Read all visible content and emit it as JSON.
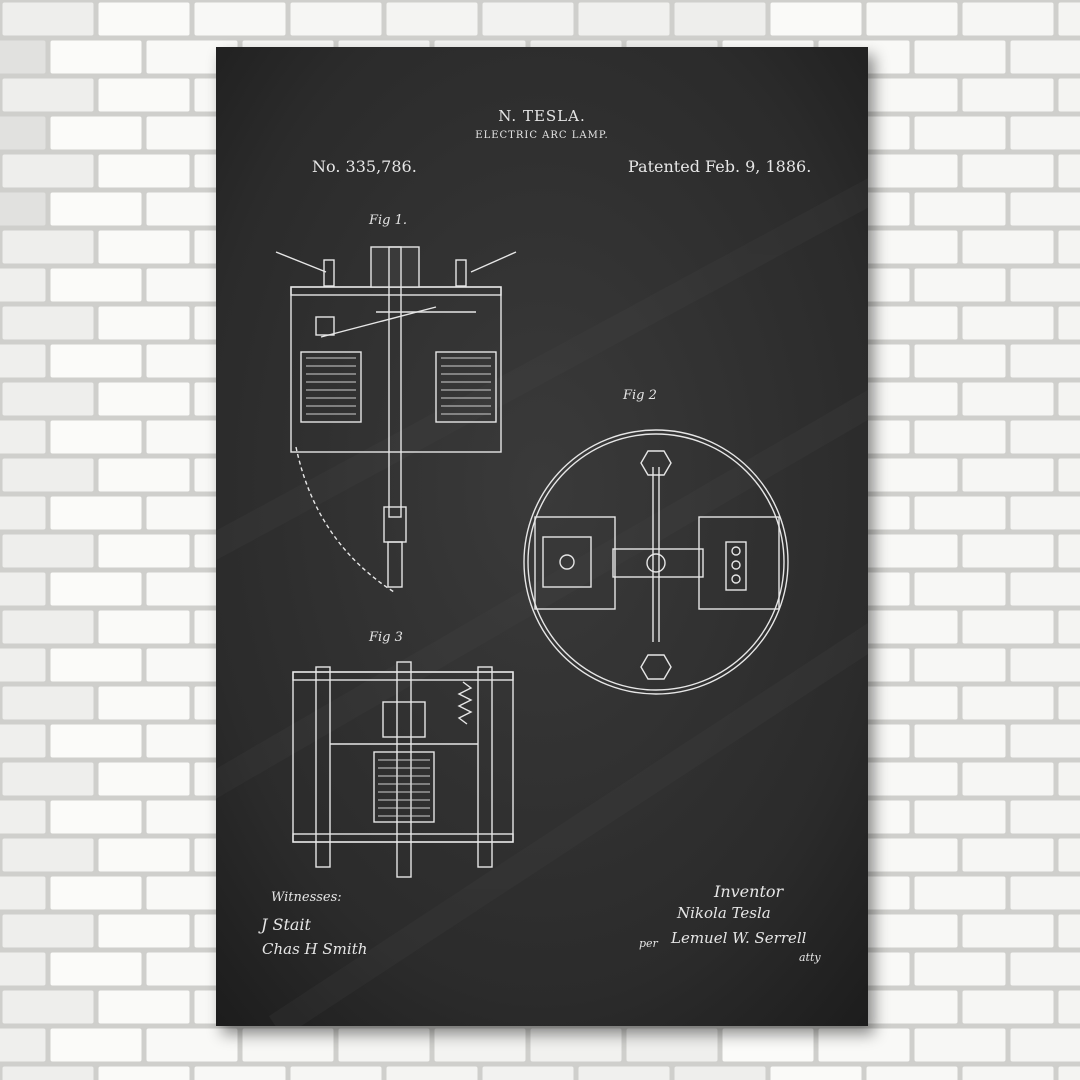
{
  "patent": {
    "inventor_heading": "N. TESLA.",
    "title": "ELECTRIC ARC LAMP.",
    "number": "No. 335,786.",
    "date": "Patented Feb. 9, 1886."
  },
  "figures": {
    "fig1": "Fig 1.",
    "fig2": "Fig 2",
    "fig3": "Fig 3"
  },
  "signatures": {
    "witnesses_label": "Witnesses:",
    "witness_1": "J Stait",
    "witness_2": "Chas H Smith",
    "inventor_label": "Inventor",
    "inventor_name": "Nikola Tesla",
    "attorney_prefix": "per",
    "attorney_name": "Lemuel W. Serrell",
    "attorney_suffix": "atty"
  },
  "colors": {
    "chalkboard": "#2a2a2a",
    "chalk_line": "#e6e6e6",
    "brick": "#f4f4f2",
    "mortar": "#cfcfcc"
  }
}
